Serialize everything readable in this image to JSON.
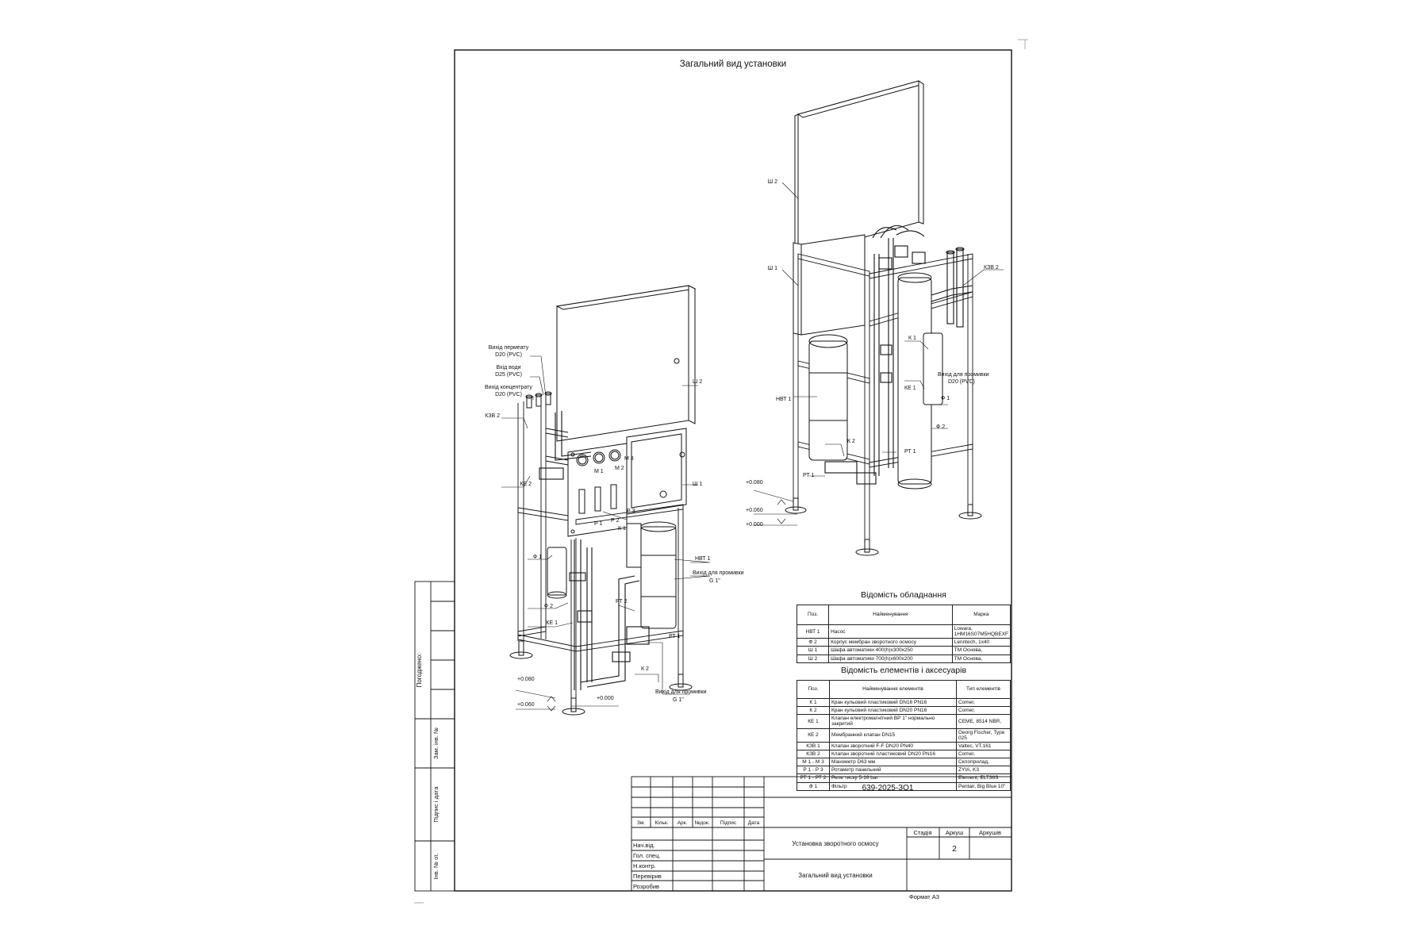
{
  "drawing": {
    "title": "Загальний вид установки",
    "left_view": {
      "labels": {
        "out_permeate": "Вихід пермеату",
        "out_permeate_size": "D20 (PVC)",
        "in_water": "Вхід води",
        "in_water_size": "D25 (PVC)",
        "out_concentrate": "Вихід концентрату",
        "out_concentrate_size": "D20 (PVC)",
        "kzv2": "КЗВ 2",
        "ke2": "КЕ 2",
        "f1": "Ф 1",
        "f2": "Ф 2",
        "ke1": "КЕ 1",
        "sh2": "Ш 2",
        "sh1": "Ш 1",
        "m1": "М 1",
        "m2": "М 2",
        "m3": "М 3",
        "p1": "Р 1",
        "p2": "Р 2",
        "p3": "Р 3",
        "k1": "К 1",
        "nvt1": "НВТ 1",
        "out_flush": "Вихід для промивки",
        "out_flush_size": "G 1\"",
        "pt2": "РТ 2",
        "pt1": "РТ 1",
        "k2": "К 2",
        "out_flush_2": "Вихід для промивки",
        "out_flush_2_size": "G 1\"",
        "lvl_080": "+0.080",
        "lvl_060": "+0.060",
        "lvl_000": "+0.000"
      }
    },
    "right_view": {
      "labels": {
        "sh2": "Ш 2",
        "sh1": "Ш 1",
        "kzv2": "КЗВ 2",
        "k1": "К 1",
        "ke1": "КЕ 1",
        "out_flush": "Вихід для промивки",
        "out_flush_size": "D20 (PVC)",
        "f1": "Ф 1",
        "nvt1": "НВТ 1",
        "f2": "Ф 2",
        "k2": "К 2",
        "pt1_a": "РТ 1",
        "pt1_b": "РТ 1",
        "lvl_080": "+0.080",
        "lvl_060": "+0.060",
        "lvl_000": "+0.000"
      }
    },
    "side_stamp": {
      "agreed": "Погоджено:",
      "replace_inv": "Зам. інв. №",
      "sign_date": "Підпис і дата",
      "inv_orig": "Інв. № ої."
    }
  },
  "equipment_table": {
    "title": "Відомість обладнання",
    "headers": [
      "Поз.",
      "Найменування",
      "Марка"
    ],
    "rows": [
      [
        "НВТ 1",
        "Насос",
        "Lowara, 1HM16S07M5HQBEXF"
      ],
      [
        "Ф 2",
        "Корпус мембран зворотного осмосу",
        "Lenntech, 1x40"
      ],
      [
        "Ш 1",
        "Шафа автоматики 400(h)x300x250",
        "ТМ Основа,"
      ],
      [
        "Ш 2",
        "Шафа автоматики 700(h)x600x200",
        "ТМ Основа,"
      ]
    ]
  },
  "elements_table": {
    "title": "Відомість елементів і аксесуарів",
    "headers": [
      "Поз.",
      "Найменування елементів",
      "Тип елементів"
    ],
    "rows": [
      [
        "К 1",
        "Кран кульовий пластиковий DN16 PN16",
        "Comer,"
      ],
      [
        "К 2",
        "Кран кульовий пластиковий DN20 PN16",
        "Comer,"
      ],
      [
        "КЕ 1",
        "Клапан електромагнітний ВР 1\" нормально закритий",
        "CEME, 8514 NBR,"
      ],
      [
        "КЕ 2",
        "Мембранний клапан DN15",
        "Georg Fischer, Type 025"
      ],
      [
        "КЗВ 1",
        "Клапан зворотний F-F DN20 PN40",
        "Valtec, VT.161"
      ],
      [
        "КЗВ 2",
        "Клапан зворотний пластиковий DN20 PN16",
        "Comer,"
      ],
      [
        "М 1 - М 3",
        "Манометр D63 мм",
        "Склоприлад,"
      ],
      [
        "Р 1 - Р 3",
        "Ротаметр панельний",
        "ZYIA, K3"
      ],
      [
        "РТ 1 - РТ 2",
        "Реле тиску 5-16 bar",
        "Element, ELT36S"
      ],
      [
        "Ф 1",
        "Фільтр",
        "Pentair, Big Blue 10\""
      ]
    ]
  },
  "title_block": {
    "doc_code": "639-2025-ЗО1",
    "col_headers": [
      "Зм.",
      "Кільк.",
      "Арк.",
      "№док.",
      "Підпис",
      "Дата"
    ],
    "roles": [
      "Нач.від.",
      "Гол. спец.",
      "Н.контр.",
      "Перевірив",
      "Розробив"
    ],
    "project_name": "Установка зворотного осмосу",
    "sheet_name": "Загальний вид установки",
    "stage_label": "Стадія",
    "sheet_label": "Аркуш",
    "sheets_label": "Аркушів",
    "sheet_number": "2",
    "format": "Формат А3"
  }
}
